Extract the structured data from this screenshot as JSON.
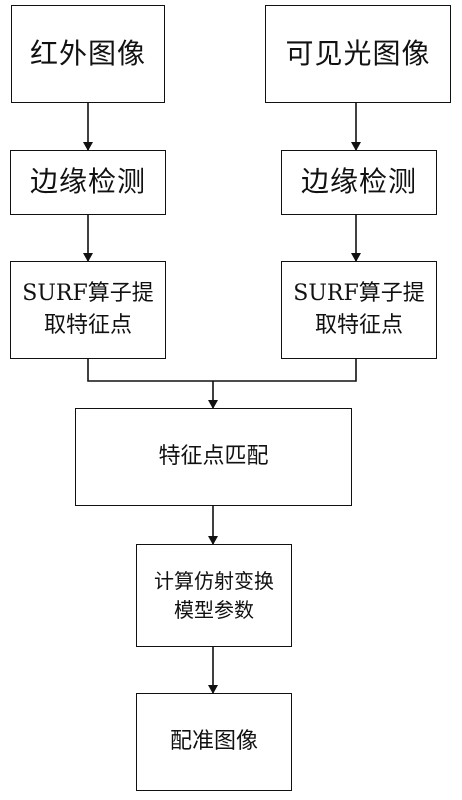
{
  "flowchart": {
    "ir_image": "红外图像",
    "visible_image": "可见光图像",
    "edge_detect_left": "边缘检测",
    "edge_detect_right": "边缘检测",
    "surf_left_line1": "SURF算子提",
    "surf_left_line2": "取特征点",
    "surf_right_line1": "SURF算子提",
    "surf_right_line2": "取特征点",
    "feature_match": "特征点匹配",
    "affine_line1": "计算仿射变换",
    "affine_line2": "模型参数",
    "registered_image": "配准图像"
  },
  "colors": {
    "stroke": "#111111",
    "background": "#ffffff"
  }
}
